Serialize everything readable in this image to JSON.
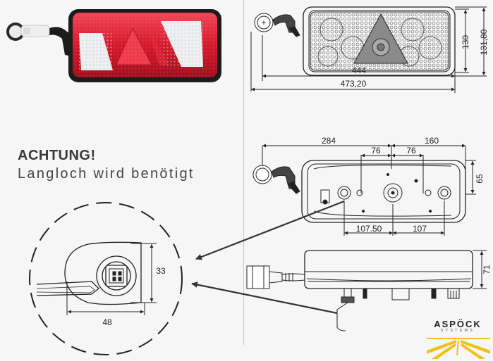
{
  "warning": {
    "title": "ACHTUNG!",
    "text": "Langloch wird benötigt"
  },
  "dimensions": {
    "front_height": "130",
    "front_height_outer": "131,80",
    "front_inner_width": "444",
    "front_total_width": "473,20",
    "back_span_left": "284",
    "back_span_right": "160",
    "back_spacing_left": "76",
    "back_spacing_right": "76",
    "back_height": "65",
    "back_lower_left": "107.50",
    "back_lower_right": "107",
    "side_height": "71",
    "detail_height": "33",
    "detail_width": "48"
  },
  "brand": {
    "name": "ASPÖCK",
    "tagline": "SYSTEMS",
    "accent_color": "#f2c01a"
  },
  "colors": {
    "lens_red": "#d8182a",
    "lens_white": "#eef0f2",
    "housing": "#1c1c1c",
    "line": "#222222"
  }
}
